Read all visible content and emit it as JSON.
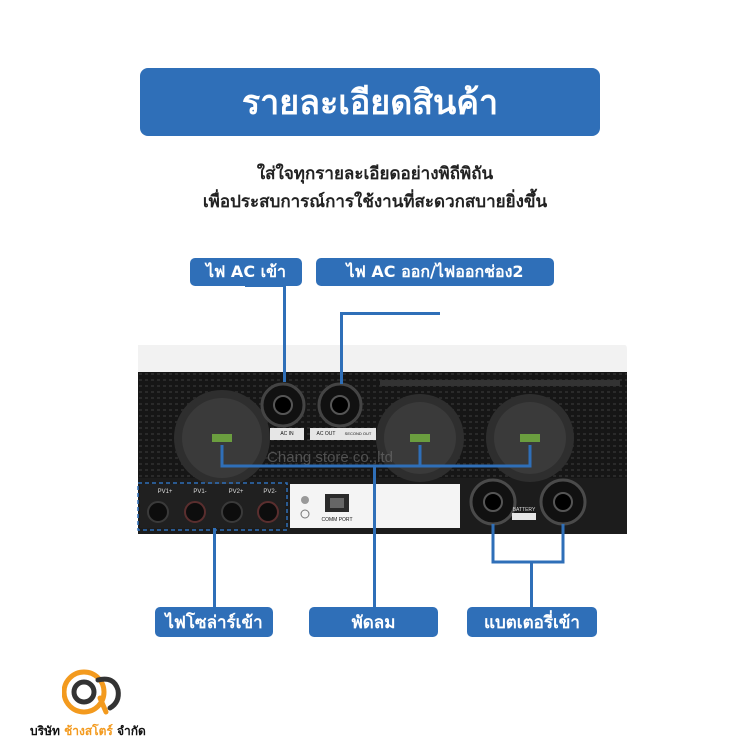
{
  "header": {
    "title": "รายละเอียดสินค้า"
  },
  "subtitle": {
    "line1": "ใส่ใจทุกรายละเอียดอย่างพิถีพิถัน",
    "line2": "เพื่อประสบการณ์การใช้งานที่สะดวกสบายยิ่งขึ้น"
  },
  "callouts": {
    "ac_in": "ไฟ AC เข้า",
    "ac_out": "ไฟ AC ออก/ไฟออกช่อง2",
    "solar_in": "ไฟโซล่าร์เข้า",
    "fan": "พัดลม",
    "battery_in": "แบตเตอรี่เข้า"
  },
  "device": {
    "ac_in_panel": "AC IN",
    "ac_out_panel": "AC OUT",
    "second_out_panel": "SECOND OUT",
    "pv_labels": [
      "PV1+",
      "PV1-",
      "PV2+",
      "PV2-"
    ],
    "comm_port": "COMM PORT",
    "battery_panel": "BATTERY",
    "watermark": "Chang store co.,ltd"
  },
  "brand": {
    "prefix": "บริษัท",
    "name": "ช้างสโตร์",
    "suffix": "จำกัด"
  },
  "colors": {
    "accent": "#2f6fb8",
    "brand_orange": "#f39a1e"
  }
}
